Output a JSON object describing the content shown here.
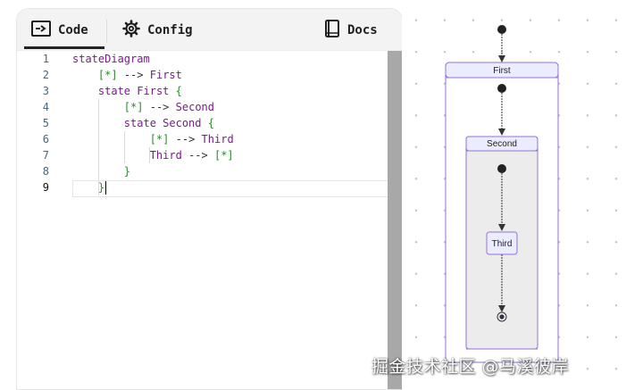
{
  "tabs": [
    {
      "label": "Code",
      "icon": "code-icon",
      "active": true
    },
    {
      "label": "Config",
      "icon": "gear-icon",
      "active": false
    },
    {
      "label": "Docs",
      "icon": "book-icon",
      "active": false
    }
  ],
  "editor": {
    "active_line": 9,
    "lines": [
      {
        "num": "1",
        "text": "stateDiagram"
      },
      {
        "num": "2",
        "text": "    [*] --> First"
      },
      {
        "num": "3",
        "text": "    state First {"
      },
      {
        "num": "4",
        "text": "        [*] --> Second"
      },
      {
        "num": "5",
        "text": "        state Second {"
      },
      {
        "num": "6",
        "text": "            [*] --> Third"
      },
      {
        "num": "7",
        "text": "            Third --> [*]"
      },
      {
        "num": "8",
        "text": "        }"
      },
      {
        "num": "9",
        "text": "    }"
      }
    ]
  },
  "diagram": {
    "states": {
      "first": "First",
      "second": "Second",
      "third": "Third"
    },
    "colors": {
      "border": "#9370db",
      "fill": "#ececff",
      "inner_fill": "#ececec",
      "arrow": "#333333"
    }
  },
  "watermark": "掘金技术社区 @马溪彼岸"
}
